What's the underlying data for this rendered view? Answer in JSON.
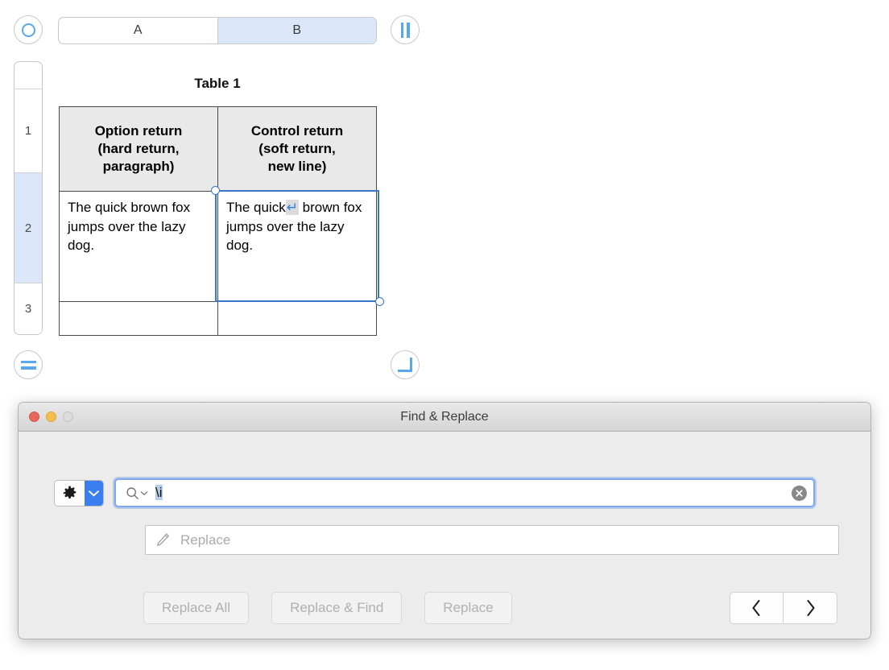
{
  "document": {
    "select_all_icon": "circle-ring-icon",
    "column_handle_icon": "column-bars-icon",
    "row_handle_icon": "row-bars-icon",
    "resize_corner_icon": "resize-corner-icon",
    "columns": [
      {
        "label": "A",
        "selected": false
      },
      {
        "label": "B",
        "selected": true
      }
    ],
    "rows": [
      {
        "label": "",
        "selected": false
      },
      {
        "label": "1",
        "selected": false
      },
      {
        "label": "2",
        "selected": true
      },
      {
        "label": "3",
        "selected": false
      }
    ],
    "table": {
      "title": "Table 1",
      "headers": [
        "Option return (hard return, paragraph)",
        "Control return (soft return, new line)"
      ],
      "header_lines": [
        [
          "Option return",
          "(hard return,",
          "paragraph)"
        ],
        [
          "Control return",
          "(soft return,",
          "new line)"
        ]
      ],
      "rows": [
        {
          "cells": [
            {
              "text": "The quick brown fox jumps over the lazy dog.",
              "return_mark": ""
            },
            {
              "text": "The quick brown fox jumps over the lazy dog.",
              "return_mark": "↵"
            }
          ]
        },
        {
          "cells": [
            {
              "text": "",
              "return_mark": ""
            },
            {
              "text": "",
              "return_mark": ""
            }
          ]
        }
      ],
      "selected_cell": "B2"
    }
  },
  "find_replace": {
    "title": "Find & Replace",
    "window_buttons": {
      "close": "close-button",
      "minimize": "minimize-button",
      "zoom": "zoom-button"
    },
    "options_button": {
      "icon": "gear-icon",
      "dropdown_icon": "chevron-down-icon"
    },
    "search": {
      "icon": "magnifier-icon",
      "dropdown_icon": "chevron-down-icon",
      "value": "\\i",
      "selection": "\\i",
      "clear_icon": "clear-circle-icon",
      "focused": true
    },
    "replace": {
      "icon": "pencil-icon",
      "placeholder": "Replace",
      "value": ""
    },
    "buttons": [
      {
        "label": "Replace All",
        "enabled": false
      },
      {
        "label": "Replace & Find",
        "enabled": false
      },
      {
        "label": "Replace",
        "enabled": false
      }
    ],
    "navigation": {
      "previous_icon": "chevron-left-icon",
      "previous_label": "‹",
      "next_icon": "chevron-right-icon",
      "next_label": "›"
    }
  },
  "colors": {
    "accent_blue": "#5aa7ea",
    "selection_blue": "#dbe7f8",
    "focus_ring": "#7fa9e8",
    "return_mark": "#2f7fe0",
    "dropdown_blue": "#3b7ef0"
  }
}
